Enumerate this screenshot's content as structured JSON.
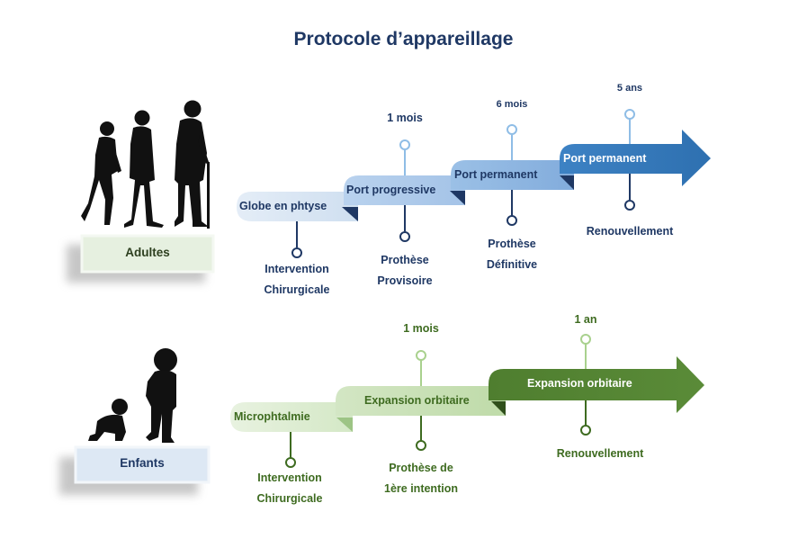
{
  "title": "Protocole d’appareillage",
  "adultes": {
    "group_label": "Adultes",
    "stages": [
      {
        "label": "Globe en phtyse",
        "below": [
          "Intervention",
          "Chirurgicale"
        ]
      },
      {
        "label": "Port progressive",
        "above": "1 mois",
        "below": [
          "Prothèse",
          "Provisoire"
        ]
      },
      {
        "label": "Port permanent",
        "above": "6 mois",
        "below": [
          "Prothèse",
          "Définitive"
        ]
      },
      {
        "label": "Port permanent",
        "above": "5 ans",
        "below": [
          "Renouvellement"
        ]
      }
    ]
  },
  "enfants": {
    "group_label": "Enfants",
    "stages": [
      {
        "label": "Microphtalmie",
        "below": [
          "Intervention",
          "Chirurgicale"
        ]
      },
      {
        "label": "Expansion orbitaire",
        "above": "1 mois",
        "below": [
          "Prothèse de",
          "1ère intention"
        ]
      },
      {
        "label": "Expansion orbitaire",
        "above": "1 an",
        "below": [
          "Renouvellement"
        ]
      }
    ]
  },
  "colors": {
    "navy": "#1f3864",
    "adult_light": "#dbe6f3",
    "adult_mid": "#a9c6e8",
    "adult_mid2": "#8fb6e0",
    "adult_dark": "#2e75b6",
    "child_light": "#e2efd9",
    "child_mid": "#c6e0b4",
    "child_dark": "#548235",
    "child_text": "#3e6b20"
  },
  "icons": [
    "adult-evolution-silhouette-icon",
    "child-evolution-silhouette-icon"
  ]
}
